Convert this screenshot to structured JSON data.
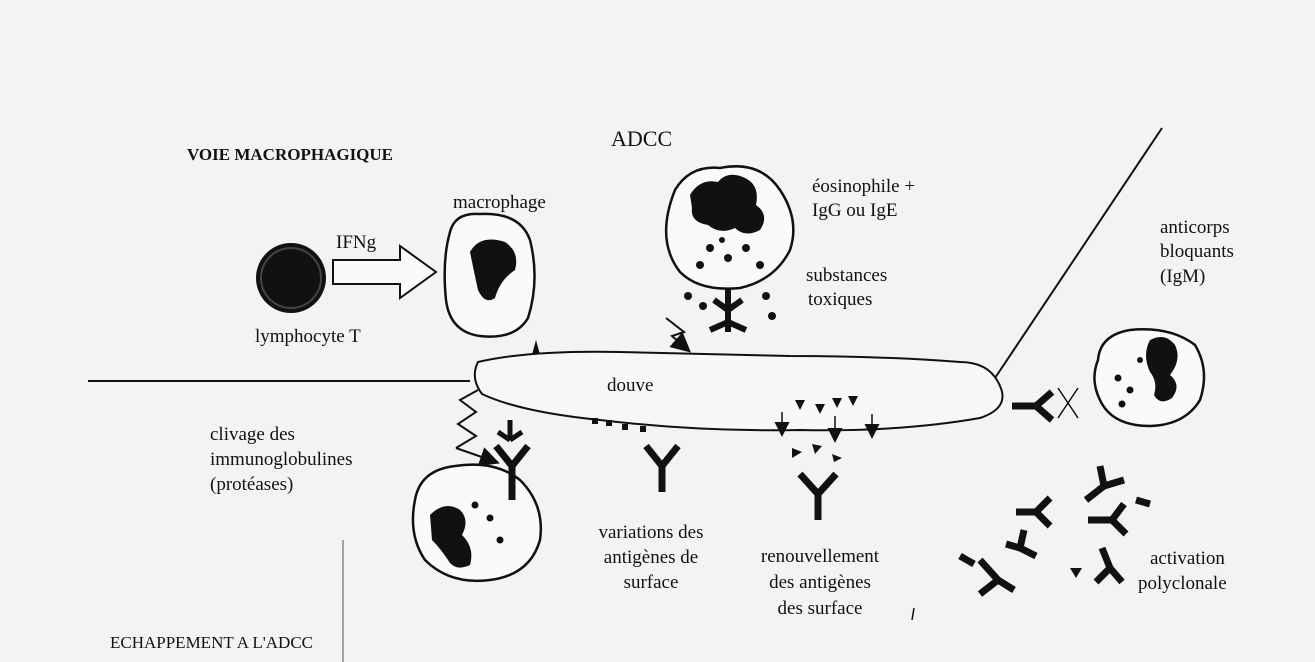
{
  "diagram": {
    "headings": {
      "voie_macrophagique": "VOIE MACROPHAGIQUE",
      "adcc": "ADCC",
      "echappement": "ECHAPPEMENT A L'ADCC"
    },
    "labels": {
      "macrophage": "macrophage",
      "ifng": "IFNg",
      "lymphocyte": "lymphocyte T",
      "eosinophile_1": "éosinophile +",
      "eosinophile_2": "IgG ou IgE",
      "substances_1": "substances",
      "substances_2": "toxiques",
      "anticorps_1": "anticorps",
      "anticorps_2": "bloquants",
      "anticorps_3": "(IgM)",
      "douve": "douve",
      "clivage_1": "clivage des",
      "clivage_2": "immunoglobulines",
      "clivage_3": "(protéases)",
      "variations_1": "variations des",
      "variations_2": "antigènes de",
      "variations_3": "surface",
      "renouvellement_1": "renouvellement",
      "renouvellement_2": "des antigènes",
      "renouvellement_3": "des surface",
      "activation_1": "activation",
      "activation_2": "polyclonale"
    }
  }
}
